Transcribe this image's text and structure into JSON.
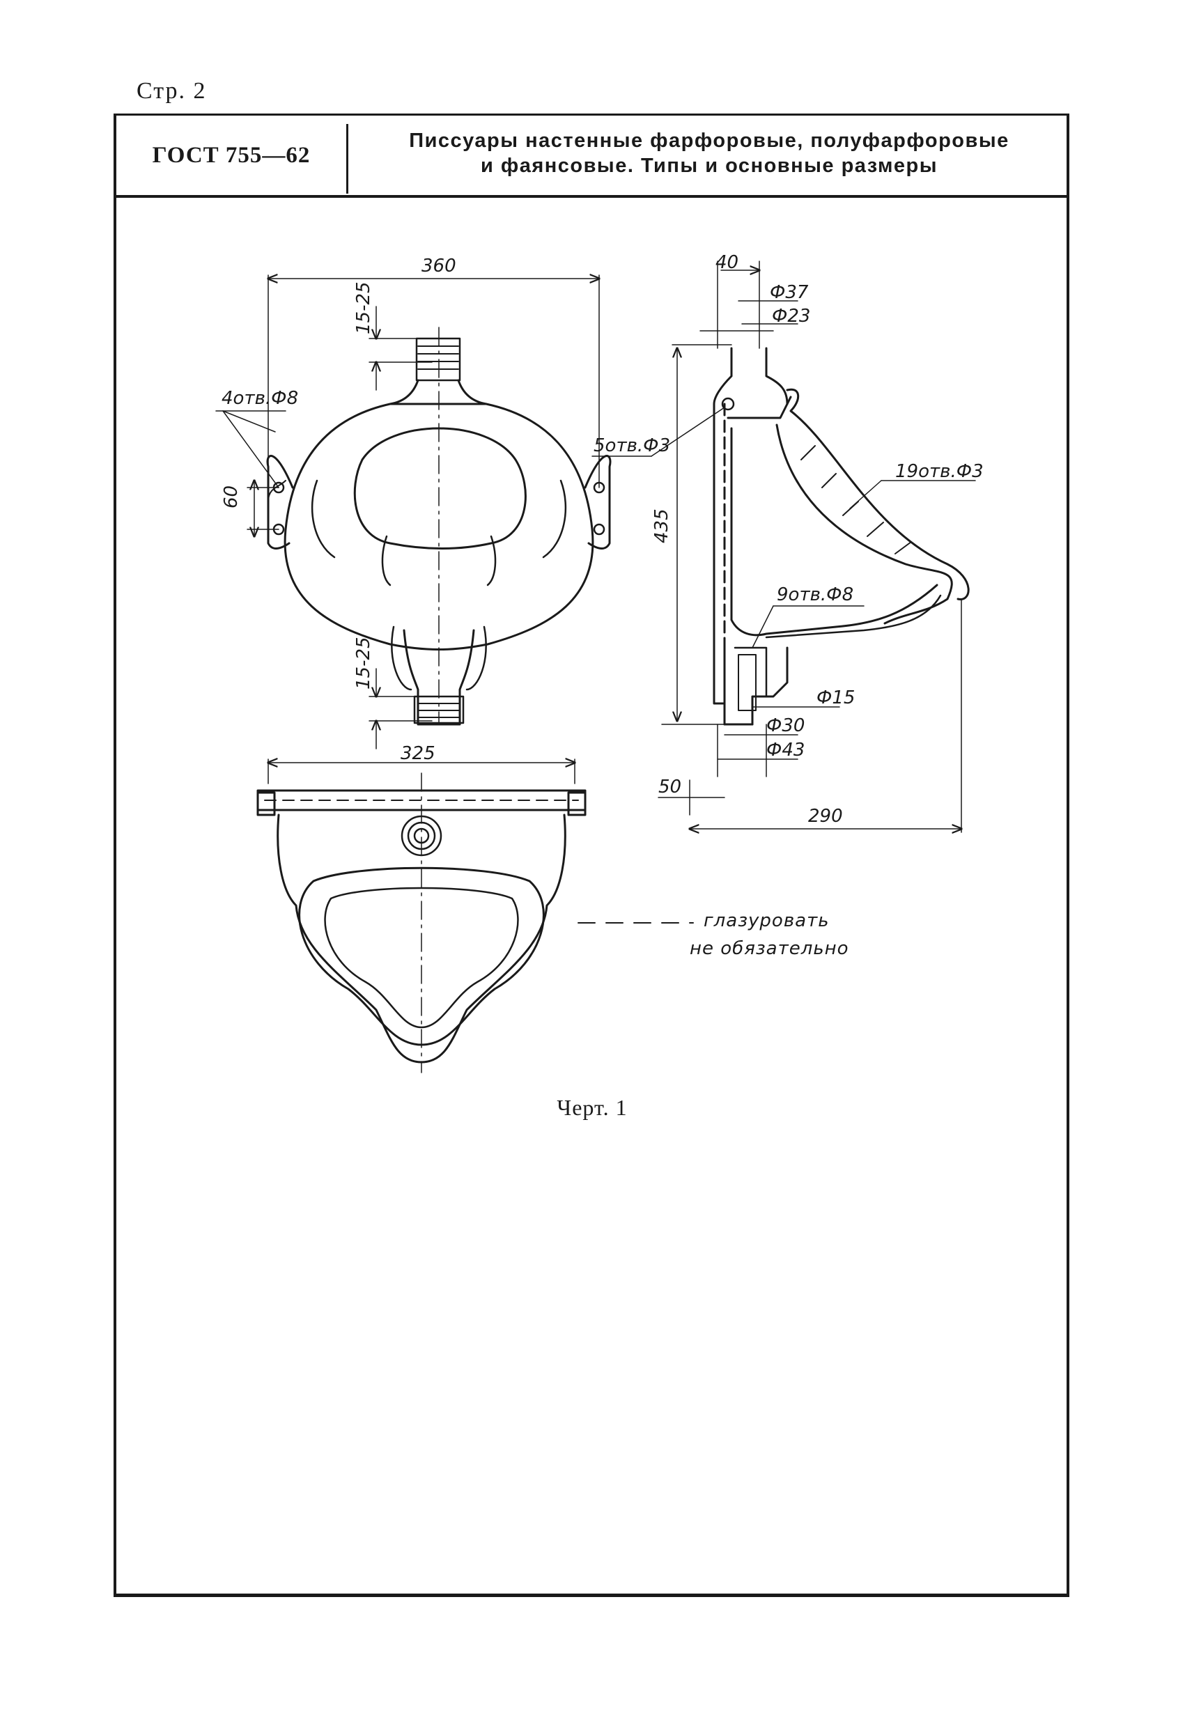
{
  "page": {
    "page_number": "Стр. 2"
  },
  "header": {
    "code": "ГОСТ 755—62",
    "title_line1": "Писсуары настенные фарфоровые, полуфарфоровые",
    "title_line2": "и фаянсовые. Типы и основные размеры"
  },
  "drawing": {
    "front_view": {
      "width_label": "360",
      "top_gap_label": "15-25",
      "holes_left_label": "4отв.Ф8",
      "spacing_label": "60",
      "bottom_gap_label": "15-25"
    },
    "top_view": {
      "width_label": "325"
    },
    "side_view": {
      "top_offset_label": "40",
      "d37_label": "Ф37",
      "d23_label": "Ф23",
      "holes5_label": "5отв.Ф3",
      "holes19_label": "19отв.Ф3",
      "height_label": "435",
      "holes9_label": "9отв.Ф8",
      "d15_label": "Ф15",
      "d30_label": "Ф30",
      "d43_label": "Ф43",
      "offset50_label": "50",
      "depth_label": "290"
    },
    "legend": {
      "line1": "глазуровать",
      "line2": "не обязательно"
    },
    "caption": "Черт. 1"
  }
}
